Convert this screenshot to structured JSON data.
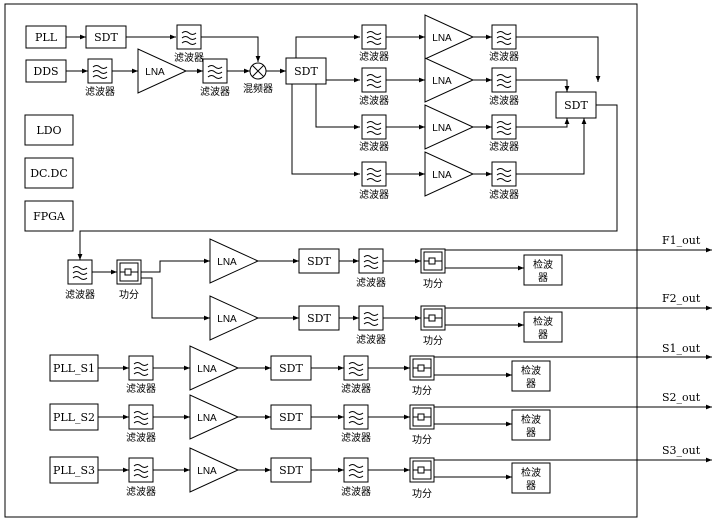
{
  "labels": {
    "pll": "PLL",
    "sdt": "SDT",
    "dds": "DDS",
    "lna": "LNA",
    "filter": "滤波器",
    "mixer": "混频器",
    "ldo": "LDO",
    "dcdc": "DC.DC",
    "fpga": "FPGA",
    "splitter": "功分",
    "detector_top": "检波",
    "detector_bottom": "器"
  },
  "channels": [
    {
      "out": "F1_out"
    },
    {
      "out": "F2_out"
    },
    {
      "source": "PLL_S1",
      "out": "S1_out"
    },
    {
      "source": "PLL_S2",
      "out": "S2_out"
    },
    {
      "source": "PLL_S3",
      "out": "S3_out"
    }
  ]
}
